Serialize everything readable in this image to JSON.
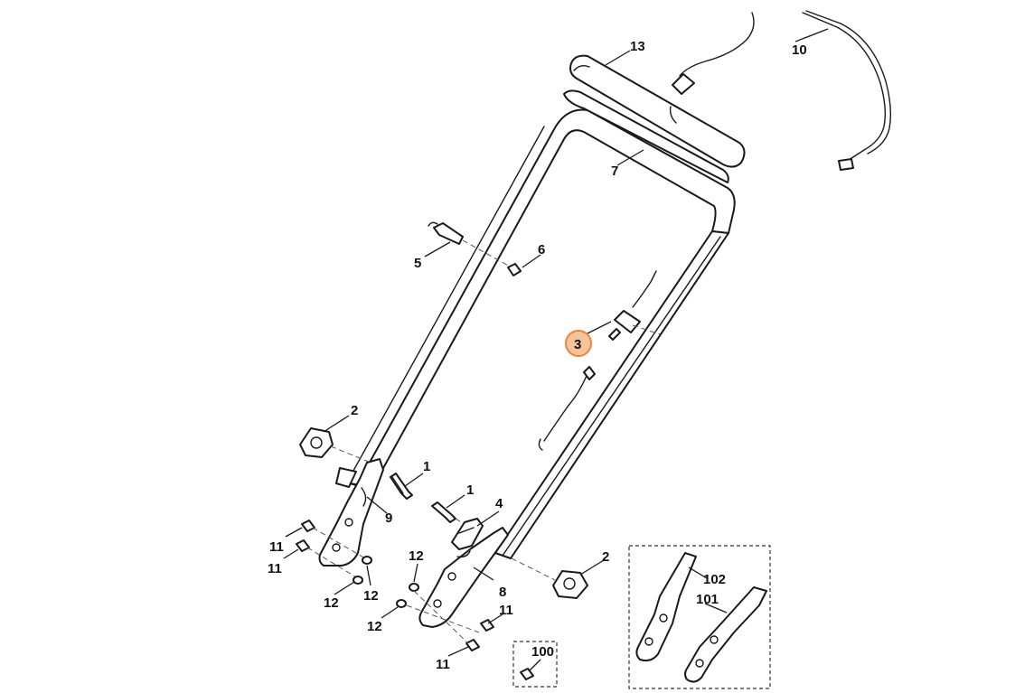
{
  "diagram": {
    "callouts": {
      "c1a": "1",
      "c1b": "1",
      "c2a": "2",
      "c2b": "2",
      "c3": "3",
      "c4": "4",
      "c5": "5",
      "c6": "6",
      "c7": "7",
      "c8": "8",
      "c9": "9",
      "c10": "10",
      "c11a": "11",
      "c11b": "11",
      "c11c": "11",
      "c11d": "11",
      "c12a": "12",
      "c12b": "12",
      "c12c": "12",
      "c12d": "12",
      "c13": "13",
      "c100": "100",
      "c101": "101",
      "c102": "102"
    },
    "highlight_color": "#f6c49a",
    "highlight_stroke": "#e8863a",
    "line_color": "#1a1a1a"
  }
}
